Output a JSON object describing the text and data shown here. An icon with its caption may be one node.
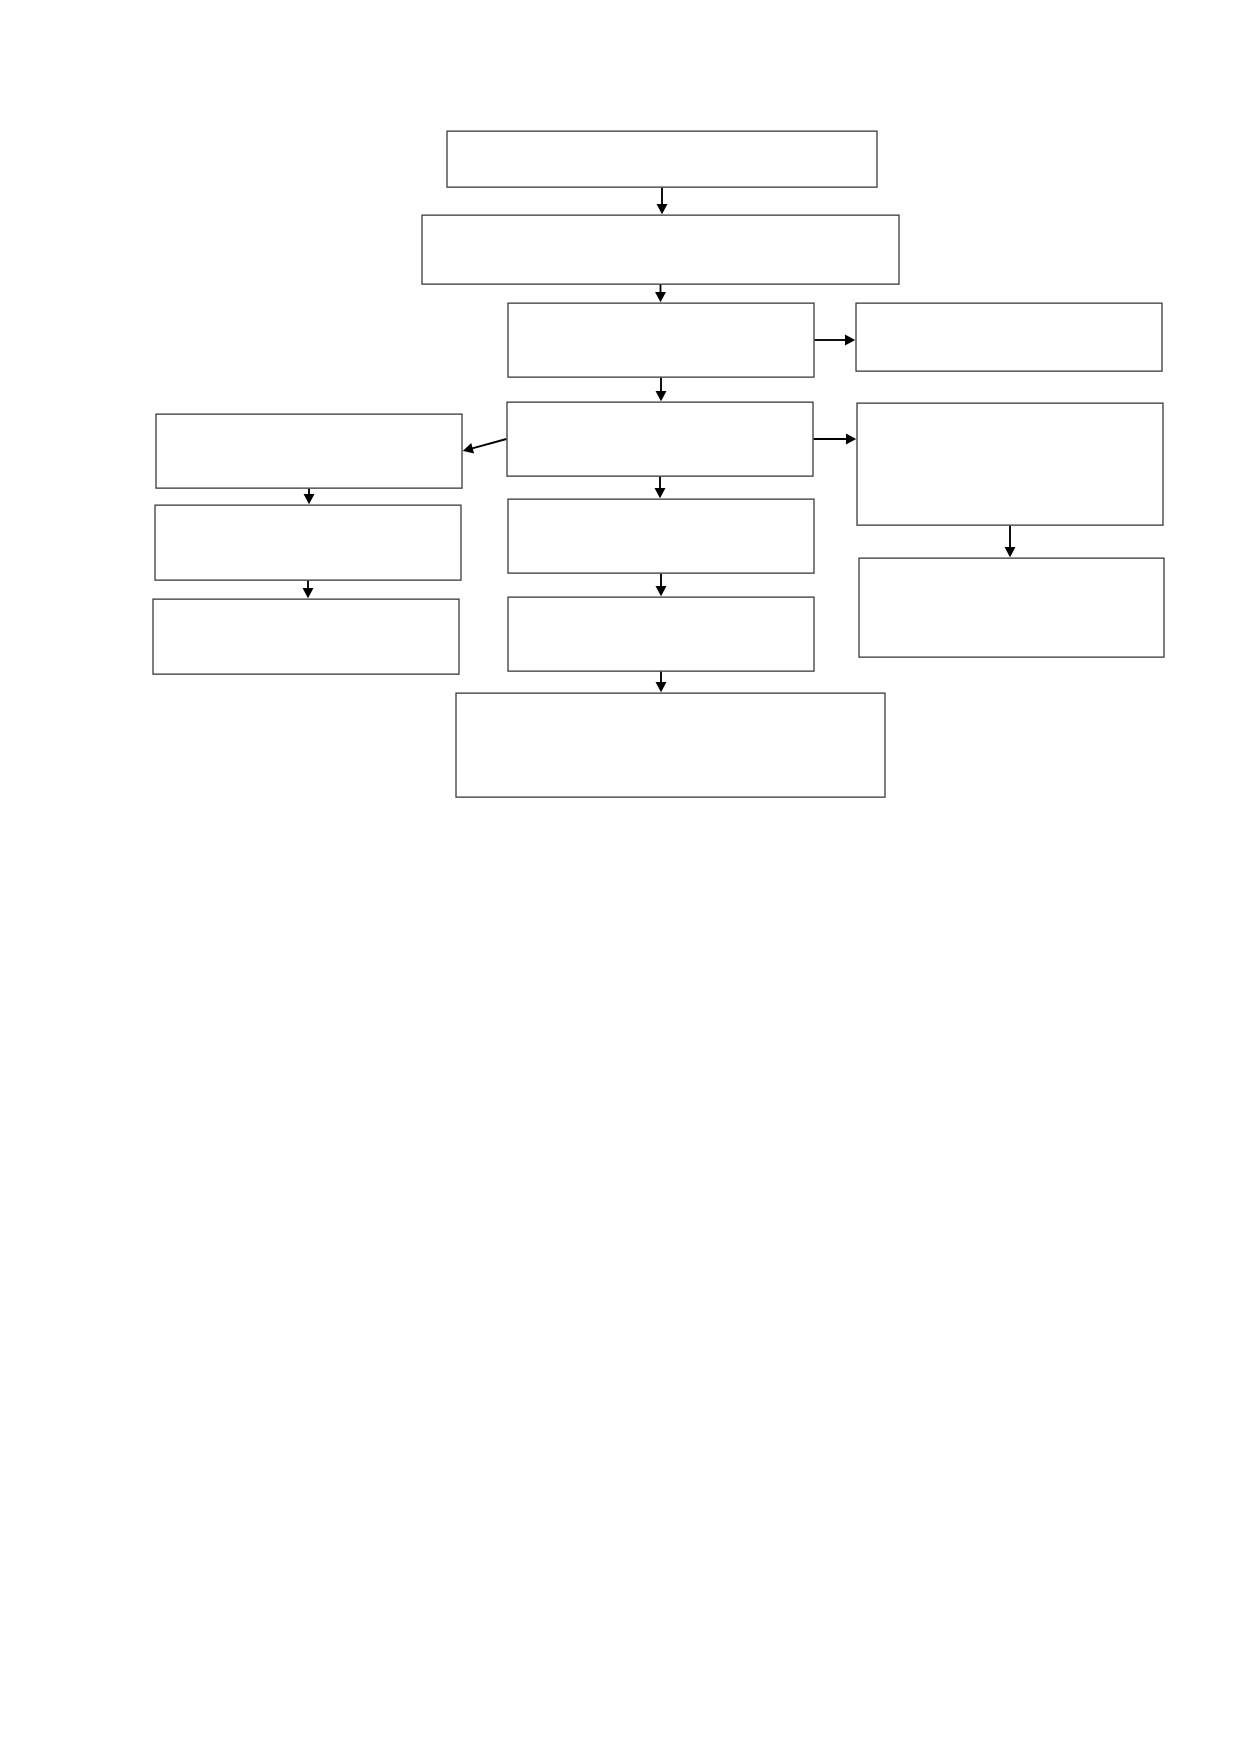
{
  "diagram": {
    "nodes": [
      {
        "text": [],
        "shape": "box"
      },
      {
        "text": [],
        "shape": "box"
      },
      {
        "text": [],
        "shape": "box"
      },
      {
        "text": [],
        "shape": "box"
      },
      {
        "text": [],
        "shape": "box"
      },
      {
        "text": [],
        "shape": "box"
      },
      {
        "text": [],
        "shape": "box"
      },
      {
        "text": [],
        "shape": "box"
      },
      {
        "text": [],
        "shape": "box"
      },
      {
        "text": [],
        "shape": "box"
      },
      {
        "text": [],
        "shape": "box"
      },
      {
        "text": [],
        "shape": "box"
      },
      {
        "text": [],
        "shape": "box"
      }
    ],
    "edges": [
      {
        "from": 0,
        "to": 1,
        "arrow": "to"
      },
      {
        "from": 1,
        "to": 2,
        "arrow": "to"
      },
      {
        "from": 2,
        "to": 3,
        "arrow": "to"
      },
      {
        "from": 2,
        "to": 5,
        "arrow": "to"
      },
      {
        "from": 5,
        "to": 4,
        "arrow": "to"
      },
      {
        "from": 5,
        "to": 6,
        "arrow": "to"
      },
      {
        "from": 5,
        "to": 8,
        "arrow": "to"
      },
      {
        "from": 4,
        "to": 7,
        "arrow": "to"
      },
      {
        "from": 7,
        "to": 10,
        "arrow": "to"
      },
      {
        "from": 6,
        "to": 9,
        "arrow": "to"
      },
      {
        "from": 8,
        "to": 11,
        "arrow": "to"
      },
      {
        "from": 11,
        "to": 12,
        "arrow": "to"
      }
    ]
  }
}
